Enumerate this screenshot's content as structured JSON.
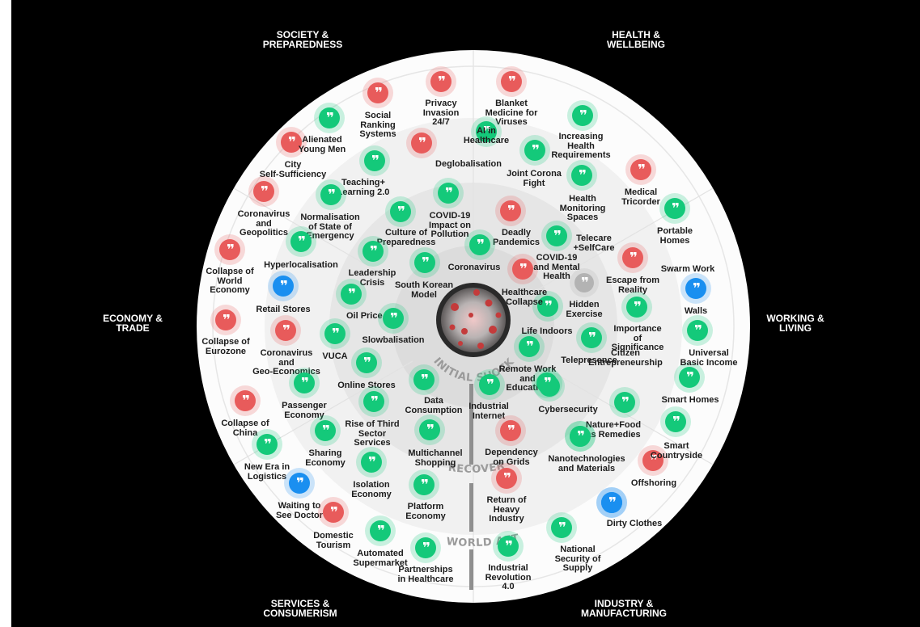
{
  "sectors": [
    {
      "id": "society",
      "title": "SOCIETY &\nPREPAREDNESS"
    },
    {
      "id": "health",
      "title": "HEALTH &\nWELLBEING"
    },
    {
      "id": "economy",
      "title": "ECONOMY &\nTRADE"
    },
    {
      "id": "working",
      "title": "WORKING &\nLIVING"
    },
    {
      "id": "services",
      "title": "SERVICES &\nCONSUMERISM"
    },
    {
      "id": "industry",
      "title": "INDUSTRY &\nMANUFACTURING"
    }
  ],
  "rings": {
    "initial": "INITIAL SHOCK",
    "recovery": "RECOVERY",
    "after": "WORLD AFTER"
  },
  "colors": {
    "positive": "#14c97a",
    "negative": "#e85b5b",
    "opportunity": "#1a8ff0",
    "neutral": "#b3b3b3"
  },
  "icon_name": "quote-icon",
  "trends": [
    {
      "id": "privacy-invasion",
      "label": "Privacy\nInvasion\n24/7",
      "type": "negative"
    },
    {
      "id": "social-ranking",
      "label": "Social\nRanking\nSystems",
      "type": "negative"
    },
    {
      "id": "alienated-young-men",
      "label": "Alienated\nYoung Men",
      "type": "negative"
    },
    {
      "id": "city-self-sufficiency",
      "label": "City\nSelf-Sufficiency",
      "type": "positive"
    },
    {
      "id": "deglobalisation",
      "label": "Deglobalisation",
      "type": "negative"
    },
    {
      "id": "teaching-learning",
      "label": "Teaching+\nLearning 2.0",
      "type": "positive"
    },
    {
      "id": "coronavirus-geopolitics",
      "label": "Coronavirus\nand\nGeopolitics",
      "type": "negative"
    },
    {
      "id": "normalisation-emergency",
      "label": "Normalisation\nof State of\nEmergency",
      "type": "positive"
    },
    {
      "id": "covid-pollution",
      "label": "COVID-19\nImpact on\nPollution",
      "type": "positive"
    },
    {
      "id": "culture-preparedness",
      "label": "Culture of\nPreparedness",
      "type": "positive"
    },
    {
      "id": "collapse-world-economy",
      "label": "Collapse of\nWorld\nEconomy",
      "type": "negative"
    },
    {
      "id": "hyperlocalisation",
      "label": "Hyperlocalisation",
      "type": "positive"
    },
    {
      "id": "leadership-crisis",
      "label": "Leadership\nCrisis",
      "type": "positive"
    },
    {
      "id": "south-korean-model",
      "label": "South Korean\nModel",
      "type": "positive"
    },
    {
      "id": "retail-stores",
      "label": "Retail Stores",
      "type": "opportunity"
    },
    {
      "id": "oil-price-war",
      "label": "Oil Price War",
      "type": "positive"
    },
    {
      "id": "collapse-eurozone",
      "label": "Collapse of\nEurozone",
      "type": "negative"
    },
    {
      "id": "slowbalisation",
      "label": "Slowbalisation",
      "type": "positive"
    },
    {
      "id": "coronavirus-geo-economics",
      "label": "Coronavirus\nand\nGeo-Economics",
      "type": "negative"
    },
    {
      "id": "vuca",
      "label": "VUCA",
      "type": "positive"
    },
    {
      "id": "online-stores",
      "label": "Online Stores",
      "type": "positive"
    },
    {
      "id": "passenger-economy",
      "label": "Passenger\nEconomy",
      "type": "positive"
    },
    {
      "id": "collapse-china",
      "label": "Collapse of\nChina",
      "type": "negative"
    },
    {
      "id": "rise-third-sector",
      "label": "Rise of Third\nSector\nServices",
      "type": "positive"
    },
    {
      "id": "data-consumption",
      "label": "Data\nConsumption",
      "type": "positive"
    },
    {
      "id": "new-era-logistics",
      "label": "New Era in\nLogistics",
      "type": "positive"
    },
    {
      "id": "sharing-economy",
      "label": "Sharing\nEconomy",
      "type": "positive"
    },
    {
      "id": "multichannel-shopping",
      "label": "Multichannel\nShopping",
      "type": "positive"
    },
    {
      "id": "isolation-economy",
      "label": "Isolation\nEconomy",
      "type": "positive"
    },
    {
      "id": "waiting-doctor",
      "label": "Waiting to\nSee Doctor",
      "type": "opportunity"
    },
    {
      "id": "platform-economy",
      "label": "Platform\nEconomy",
      "type": "positive"
    },
    {
      "id": "domestic-tourism",
      "label": "Domestic\nTourism",
      "type": "negative"
    },
    {
      "id": "automated-supermarket",
      "label": "Automated\nSupermarket",
      "type": "positive"
    },
    {
      "id": "partnerships-healthcare",
      "label": "Partnerships\nin Healthcare",
      "type": "positive"
    },
    {
      "id": "blanket-medicine",
      "label": "Blanket\nMedicine for\nViruses",
      "type": "negative"
    },
    {
      "id": "ai-healthcare",
      "label": "AI in\nHealthcare",
      "type": "positive"
    },
    {
      "id": "increasing-health",
      "label": "Increasing\nHealth\nRequirements",
      "type": "positive"
    },
    {
      "id": "joint-corona-fight",
      "label": "Joint Corona\nFight",
      "type": "positive"
    },
    {
      "id": "medical-tricorder",
      "label": "Medical\nTricorder",
      "type": "negative"
    },
    {
      "id": "health-monitoring",
      "label": "Health\nMonitoring\nSpaces",
      "type": "positive"
    },
    {
      "id": "deadly-pandemics",
      "label": "Deadly\nPandemics",
      "type": "negative"
    },
    {
      "id": "portable-homes",
      "label": "Portable\nHomes",
      "type": "positive"
    },
    {
      "id": "telecare",
      "label": "Telecare\n+SelfCare",
      "type": "positive"
    },
    {
      "id": "coronavirus",
      "label": "Coronavirus",
      "type": "positive"
    },
    {
      "id": "covid-mental-health",
      "label": "COVID-19\nand Mental\nHealth",
      "type": "negative"
    },
    {
      "id": "swarm-work",
      "label": "Swarm Work",
      "type": "opportunity"
    },
    {
      "id": "escape-reality",
      "label": "Escape from\nReality",
      "type": "negative"
    },
    {
      "id": "healthcare-collapse",
      "label": "Healthcare\nCollapse",
      "type": "positive"
    },
    {
      "id": "hidden-exercise",
      "label": "Hidden\nExercise",
      "type": "neutral"
    },
    {
      "id": "walls",
      "label": "Walls",
      "type": "positive"
    },
    {
      "id": "importance-significance",
      "label": "Importance\nof\nSignificance",
      "type": "positive"
    },
    {
      "id": "life-indoors",
      "label": "Life Indoors",
      "type": "positive"
    },
    {
      "id": "universal-basic-income",
      "label": "Universal\nBasic Income",
      "type": "positive"
    },
    {
      "id": "telepresence",
      "label": "Telepresence",
      "type": "positive"
    },
    {
      "id": "remote-work",
      "label": "Remote Work\nand\nEducation",
      "type": "positive"
    },
    {
      "id": "citizen-entrepreneurship",
      "label": "Citizen\nEntrepreneurship",
      "type": "positive"
    },
    {
      "id": "smart-homes",
      "label": "Smart Homes",
      "type": "positive"
    },
    {
      "id": "industrial-internet",
      "label": "Industrial\nInternet",
      "type": "positive"
    },
    {
      "id": "cybersecurity",
      "label": "Cybersecurity",
      "type": "positive"
    },
    {
      "id": "nature-food",
      "label": "Nature+Food\nas Remedies",
      "type": "positive"
    },
    {
      "id": "smart-countryside",
      "label": "Smart\nCountryside",
      "type": "negative"
    },
    {
      "id": "dependency-grids",
      "label": "Dependency\non Grids",
      "type": "negative"
    },
    {
      "id": "nanotechnologies",
      "label": "Nanotechnologies\nand Materials",
      "type": "positive"
    },
    {
      "id": "offshoring",
      "label": "Offshoring",
      "type": "opportunity"
    },
    {
      "id": "return-heavy-industry",
      "label": "Return of\nHeavy\nIndustry",
      "type": "negative"
    },
    {
      "id": "dirty-clothes",
      "label": "Dirty Clothes",
      "type": "opportunity"
    },
    {
      "id": "national-security-supply",
      "label": "National\nSecurity of\nSupply",
      "type": "positive"
    },
    {
      "id": "industrial-revolution",
      "label": "Industrial\nRevolution\n4.0",
      "type": "positive"
    }
  ]
}
